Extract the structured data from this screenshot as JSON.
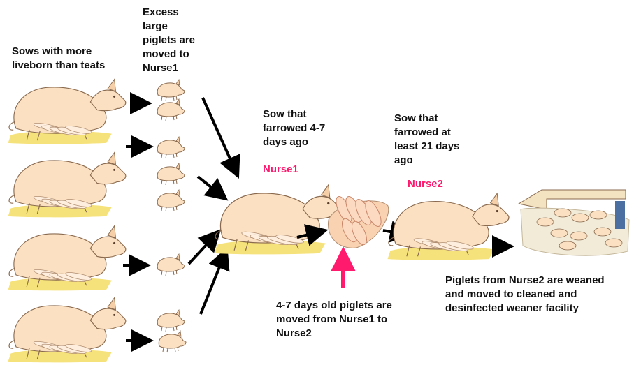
{
  "labels": {
    "sows_more_liveborn": "Sows with more\nliveborn than teats",
    "excess_large": "Excess\nlarge\npiglets are\nmoved to\nNurse1",
    "sow_4_7": "Sow that\nfarrowed 4-7\ndays ago",
    "nurse1": "Nurse1",
    "sow_21": "Sow that\nfarrowed at\nleast 21 days\nago",
    "nurse2": "Nurse2",
    "moved_4_7": "4-7 days old piglets are\nmoved from Nurse1 to\nNurse2",
    "weaned": "Piglets from Nurse2 are weaned\nand moved to cleaned and\ndesinfected weaner facility"
  },
  "colors": {
    "accent": "#ff1a6e",
    "pig_fill": "#fbe1c2",
    "pig_stroke": "#8a6a4f",
    "straw": "#f6e27a",
    "arrow": "#000000"
  },
  "icons": [
    "sow-icon",
    "piglet-icon",
    "piglet-litter-icon",
    "weaner-pen-icon",
    "arrow-icon"
  ]
}
